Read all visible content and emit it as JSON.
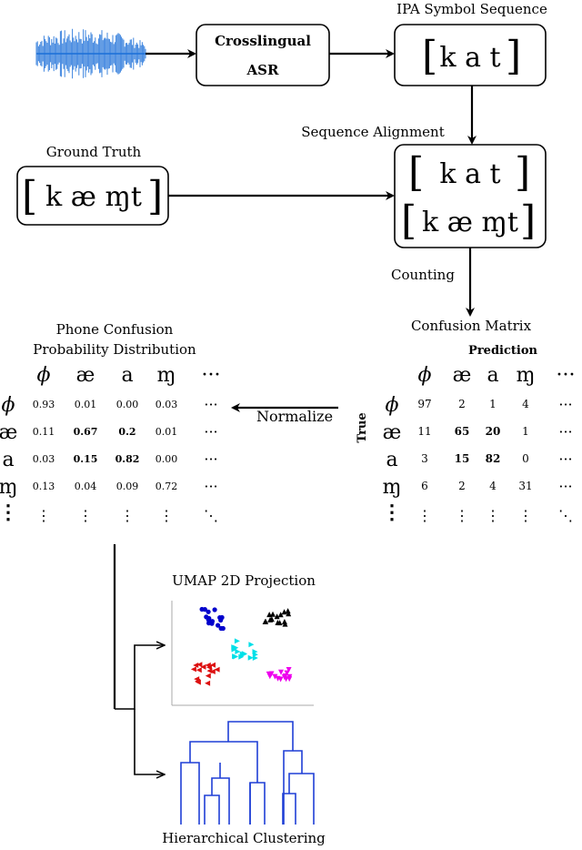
{
  "asr_box": {
    "line1": "Crosslingual",
    "line2": "ASR"
  },
  "ipa_box": {
    "title": "IPA Symbol Sequence",
    "seq": "k a t"
  },
  "alignment_label": "Sequence Alignment",
  "ground_truth": {
    "title": "Ground Truth",
    "seq": "k æ ɱt"
  },
  "aligned_box": {
    "top": "k a t",
    "bottom": "k æ ɱt"
  },
  "counting_label": "Counting",
  "confusion_matrix": {
    "title": "Confusion Matrix",
    "prediction_label": "Prediction",
    "true_label": "True",
    "col_headers": [
      "ϕ",
      "æ",
      "a",
      "ɱ",
      "···"
    ],
    "row_headers": [
      "ϕ",
      "æ",
      "a",
      "ɱ",
      "⋮"
    ],
    "rows": [
      [
        "97",
        "2",
        "1",
        "4",
        "···"
      ],
      [
        "11",
        "65",
        "20",
        "1",
        "···"
      ],
      [
        "3",
        "15",
        "82",
        "0",
        "···"
      ],
      [
        "6",
        "2",
        "4",
        "31",
        "···"
      ],
      [
        "⋮",
        "⋮",
        "⋮",
        "⋮",
        "⋱"
      ]
    ]
  },
  "normalize_label": "Normalize",
  "probability": {
    "title1": "Phone Confusion",
    "title2": "Probability Distribution",
    "col_headers": [
      "ϕ",
      "æ",
      "a",
      "ɱ",
      "···"
    ],
    "row_headers": [
      "ϕ",
      "æ",
      "a",
      "ɱ",
      "⋮"
    ],
    "rows": [
      [
        "0.93",
        "0.01",
        "0.00",
        "0.03",
        "···"
      ],
      [
        "0.11",
        "0.67",
        "0.2",
        "0.01",
        "···"
      ],
      [
        "0.03",
        "0.15",
        "0.82",
        "0.00",
        "···"
      ],
      [
        "0.13",
        "0.04",
        "0.09",
        "0.72",
        "···"
      ],
      [
        "⋮",
        "⋮",
        "⋮",
        "⋮",
        "⋱"
      ]
    ]
  },
  "umap_title": "UMAP 2D Projection",
  "clustering_title": "Hierarchical Clustering",
  "colors": {
    "waveform": "#1a6fd8",
    "cluster_blue": "#0000cc",
    "cluster_black": "#000000",
    "cluster_cyan": "#00e0e8",
    "cluster_red": "#dd1111",
    "cluster_magenta": "#ee00ee",
    "dendrogram": "#1f3fd6",
    "axis": "#aaaaaa"
  }
}
